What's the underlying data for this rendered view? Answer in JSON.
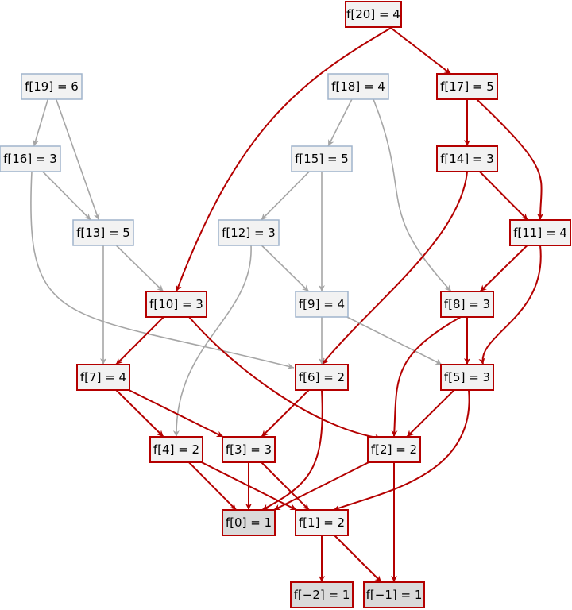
{
  "colors": {
    "red_edge": "#B40000",
    "gray_edge": "#A6A6A6",
    "red_border": "#B40000",
    "gray_border": "#A0B4CC",
    "node_fill": "#F2F2F2",
    "base_fill": "#DADADA"
  },
  "nodes": [
    {
      "id": "f20",
      "label": "f[20] = 4",
      "state": "red"
    },
    {
      "id": "f19",
      "label": "f[19] = 6",
      "state": "gray"
    },
    {
      "id": "f18",
      "label": "f[18] = 4",
      "state": "gray"
    },
    {
      "id": "f17",
      "label": "f[17] = 5",
      "state": "red"
    },
    {
      "id": "f16",
      "label": "f[16] = 3",
      "state": "gray"
    },
    {
      "id": "f15",
      "label": "f[15] = 5",
      "state": "gray"
    },
    {
      "id": "f14",
      "label": "f[14] = 3",
      "state": "red"
    },
    {
      "id": "f13",
      "label": "f[13] = 5",
      "state": "gray"
    },
    {
      "id": "f12",
      "label": "f[12] = 3",
      "state": "gray"
    },
    {
      "id": "f11",
      "label": "f[11] = 4",
      "state": "red"
    },
    {
      "id": "f10",
      "label": "f[10] = 3",
      "state": "red"
    },
    {
      "id": "f9",
      "label": "f[9] = 4",
      "state": "gray"
    },
    {
      "id": "f8",
      "label": "f[8] = 3",
      "state": "red"
    },
    {
      "id": "f7",
      "label": "f[7] = 4",
      "state": "red"
    },
    {
      "id": "f6",
      "label": "f[6] = 2",
      "state": "red"
    },
    {
      "id": "f5",
      "label": "f[5] = 3",
      "state": "red"
    },
    {
      "id": "f4",
      "label": "f[4] = 2",
      "state": "red"
    },
    {
      "id": "f3",
      "label": "f[3] = 3",
      "state": "red"
    },
    {
      "id": "f2",
      "label": "f[2] = 2",
      "state": "red"
    },
    {
      "id": "f0",
      "label": "f[0] = 1",
      "state": "base"
    },
    {
      "id": "f1",
      "label": "f[1] = 2",
      "state": "red"
    },
    {
      "id": "fm2",
      "label": "f[−2] = 1",
      "state": "base"
    },
    {
      "id": "fm1",
      "label": "f[−1] = 1",
      "state": "base"
    }
  ],
  "edges": [
    {
      "from": "f20",
      "to": "f10",
      "style": "red"
    },
    {
      "from": "f20",
      "to": "f17",
      "style": "red"
    },
    {
      "from": "f19",
      "to": "f16",
      "style": "gray"
    },
    {
      "from": "f19",
      "to": "f13",
      "style": "gray"
    },
    {
      "from": "f18",
      "to": "f15",
      "style": "gray"
    },
    {
      "from": "f18",
      "to": "f8",
      "style": "gray"
    },
    {
      "from": "f17",
      "to": "f14",
      "style": "red"
    },
    {
      "from": "f17",
      "to": "f11",
      "style": "red"
    },
    {
      "from": "f16",
      "to": "f13",
      "style": "gray"
    },
    {
      "from": "f16",
      "to": "f6",
      "style": "gray"
    },
    {
      "from": "f15",
      "to": "f12",
      "style": "gray"
    },
    {
      "from": "f15",
      "to": "f9",
      "style": "gray"
    },
    {
      "from": "f14",
      "to": "f11",
      "style": "red"
    },
    {
      "from": "f14",
      "to": "f6",
      "style": "red"
    },
    {
      "from": "f13",
      "to": "f10",
      "style": "gray"
    },
    {
      "from": "f13",
      "to": "f7",
      "style": "gray"
    },
    {
      "from": "f12",
      "to": "f9",
      "style": "gray"
    },
    {
      "from": "f12",
      "to": "f4",
      "style": "gray"
    },
    {
      "from": "f11",
      "to": "f8",
      "style": "red"
    },
    {
      "from": "f11",
      "to": "f5",
      "style": "red"
    },
    {
      "from": "f10",
      "to": "f7",
      "style": "red"
    },
    {
      "from": "f10",
      "to": "f2",
      "style": "red"
    },
    {
      "from": "f9",
      "to": "f6",
      "style": "gray"
    },
    {
      "from": "f9",
      "to": "f5",
      "style": "gray"
    },
    {
      "from": "f8",
      "to": "f5",
      "style": "red"
    },
    {
      "from": "f8",
      "to": "f2",
      "style": "red"
    },
    {
      "from": "f7",
      "to": "f4",
      "style": "red"
    },
    {
      "from": "f7",
      "to": "f3",
      "style": "red"
    },
    {
      "from": "f6",
      "to": "f3",
      "style": "red"
    },
    {
      "from": "f6",
      "to": "f0",
      "style": "red"
    },
    {
      "from": "f5",
      "to": "f2",
      "style": "red"
    },
    {
      "from": "f5",
      "to": "f1",
      "style": "red"
    },
    {
      "from": "f4",
      "to": "f0",
      "style": "red"
    },
    {
      "from": "f4",
      "to": "f1",
      "style": "red"
    },
    {
      "from": "f3",
      "to": "f0",
      "style": "red"
    },
    {
      "from": "f3",
      "to": "f1",
      "style": "red"
    },
    {
      "from": "f2",
      "to": "f0",
      "style": "red"
    },
    {
      "from": "f2",
      "to": "fm1",
      "style": "red"
    },
    {
      "from": "f1",
      "to": "fm2",
      "style": "red"
    },
    {
      "from": "f1",
      "to": "fm1",
      "style": "red"
    }
  ]
}
